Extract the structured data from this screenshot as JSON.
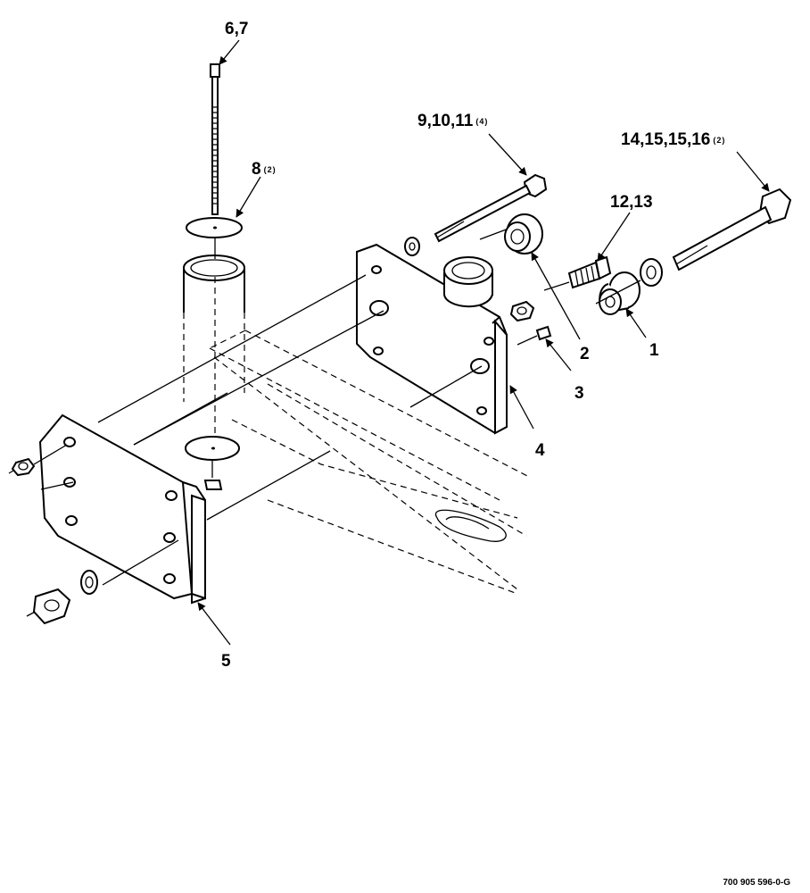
{
  "callouts": [
    {
      "id": "c67",
      "text": "6,7",
      "sup": ""
    },
    {
      "id": "c8",
      "text": "8",
      "sup": "(2)"
    },
    {
      "id": "c91011",
      "text": "9,10,11",
      "sup": "(4)"
    },
    {
      "id": "c1213",
      "text": "12,13",
      "sup": ""
    },
    {
      "id": "c14",
      "text": "14,15,15,16",
      "sup": "(2)"
    },
    {
      "id": "c1",
      "text": "1",
      "sup": ""
    },
    {
      "id": "c2",
      "text": "2",
      "sup": ""
    },
    {
      "id": "c3",
      "text": "3",
      "sup": ""
    },
    {
      "id": "c4",
      "text": "4",
      "sup": ""
    },
    {
      "id": "c5",
      "text": "5",
      "sup": ""
    }
  ],
  "drawing_number": "700 905 596-0-G"
}
